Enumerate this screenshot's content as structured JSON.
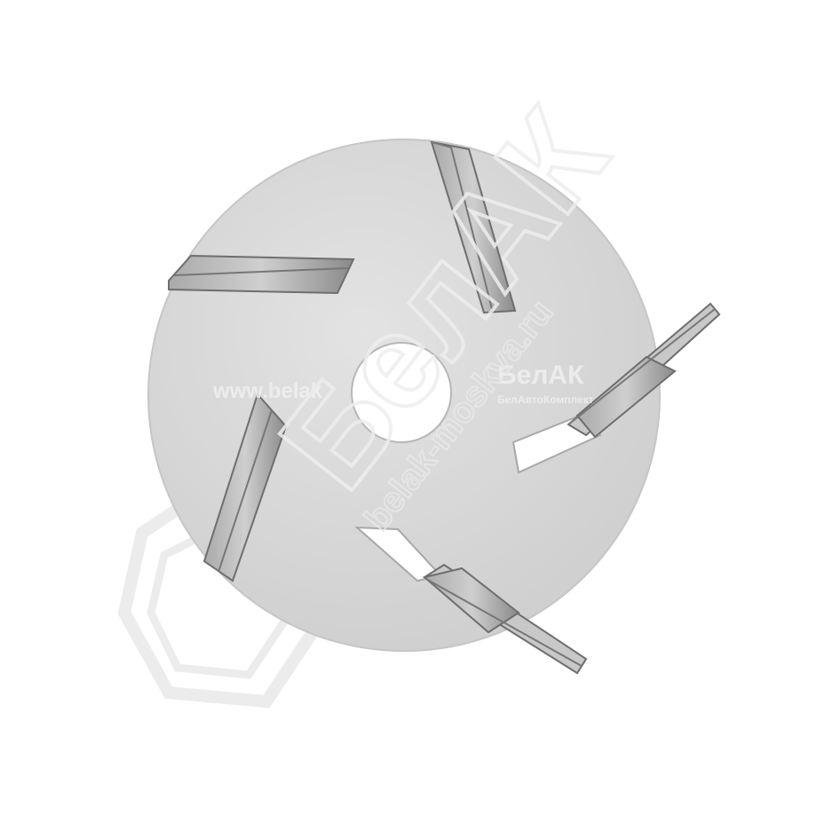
{
  "image": {
    "subject": "impeller-disc",
    "colors": {
      "background": "#ffffff",
      "disc": "#d9d9d9",
      "disc_edge": "#cfcfcf",
      "blade_light": "#c4c4c4",
      "blade_dark": "#8f8f8f",
      "blade_edge": "#6e6e6e",
      "watermark": "#e6e6e6"
    }
  },
  "watermark": {
    "brand": "БелАК",
    "brand_sub": "БелАвтоКомплект",
    "url_left": "www.belak",
    "url_diagonal": "belak-moskva.ru",
    "logo_text": "БелАК"
  }
}
